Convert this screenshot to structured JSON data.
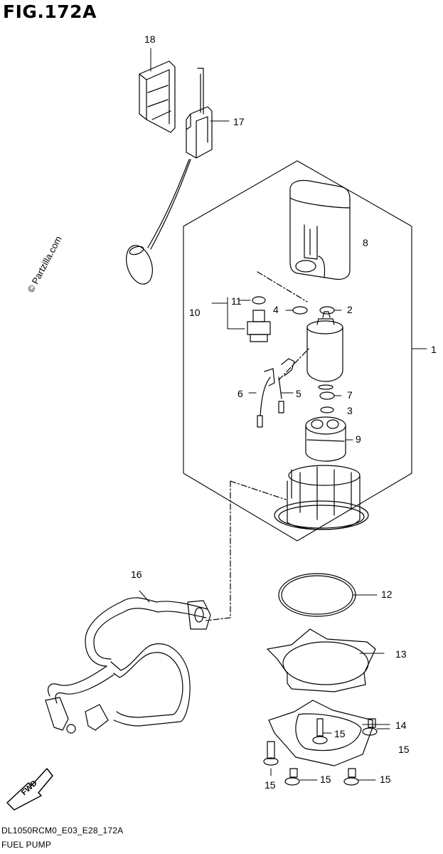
{
  "figure_title": "FIG.172A",
  "watermark": "© Partzilla.com",
  "fwd_label": "FWD",
  "callouts": {
    "c1": "1",
    "c2": "2",
    "c3": "3",
    "c4": "4",
    "c5": "5",
    "c6": "6",
    "c7": "7",
    "c8": "8",
    "c9": "9",
    "c10": "10",
    "c11": "11",
    "c12": "12",
    "c13": "13",
    "c14": "14",
    "c15": "15",
    "c16": "16",
    "c17": "17",
    "c18": "18"
  },
  "footer": {
    "code": "DL1050RCM0_E03_E28_172A",
    "name": "FUEL PUMP"
  }
}
